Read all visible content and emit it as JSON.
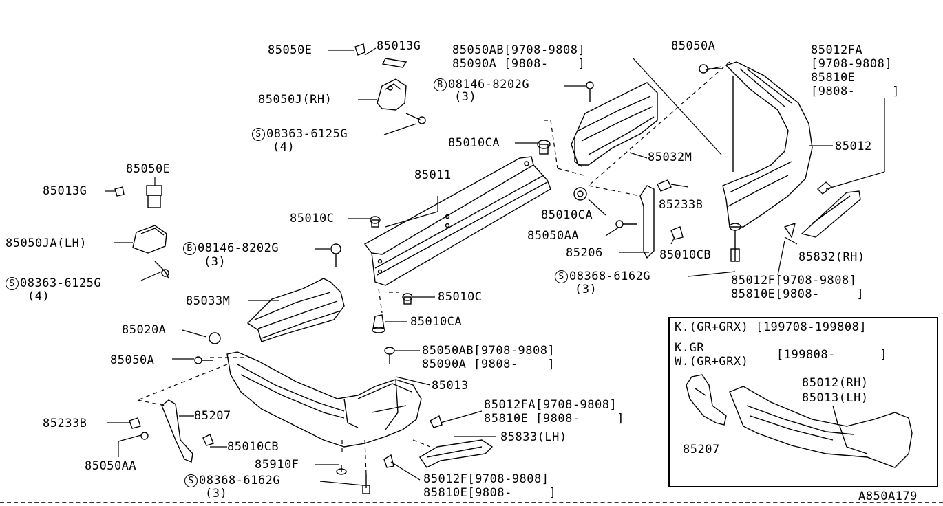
{
  "diagram_id": "A850A179",
  "labels": {
    "l85050E_top": "85050E",
    "l85013G_top": "85013G",
    "l85050J": "85050J(RH)",
    "s08363_top": "08363-6125G",
    "s08363_top_qty": "(4)",
    "l85050AB_top": "85050AB[9708-9808]",
    "l85090A_top": "85090A [9808-    ]",
    "b08146_top": "08146-8202G",
    "b08146_top_qty": "(3)",
    "l85010CA_top": "85010CA",
    "l85032M": "85032M",
    "l85050A_top": "85050A",
    "l85012FA_top": "85012FA",
    "l85012FA_top_date": "[9708-9808]",
    "l85810E_top": "85810E",
    "l85810E_top_date": "[9808-     ]",
    "l85012": "85012",
    "l85050E_left": "85050E",
    "l85013G_left": "85013G",
    "l85011": "85011",
    "l85050JA": "85050JA(LH)",
    "l85010C_mid": "85010C",
    "l85010CA_mid": "85010CA",
    "l85233B_right": "85233B",
    "l85050AA_right": "85050AA",
    "l85206": "85206",
    "l85010CB_right": "85010CB",
    "l85832": "85832(RH)",
    "b08146_left": "08146-8202G",
    "b08146_left_qty": "(3)",
    "s08363_left": "08363-6125G",
    "s08363_left_qty": "(4)",
    "s08368_right": "08368-6162G",
    "s08368_right_qty": "(3)",
    "l85012F_right": "85012F[9708-9808]",
    "l85810E_right": "85810E[9808-     ]",
    "l85033M": "85033M",
    "l85010C_low": "85010C",
    "l85010CA_low": "85010CA",
    "l85020A": "85020A",
    "l85050AB_low": "85050AB[9708-9808]",
    "l85090A_low": "85090A [9808-    ]",
    "l85050A_low": "85050A",
    "l85013": "85013",
    "l85012FA_low": "85012FA[9708-9808]",
    "l85810E_low": "85810E [9808-     ]",
    "l85233B_low": "85233B",
    "l85207": "85207",
    "l85833": "85833(LH)",
    "l85010CB_low": "85010CB",
    "l85050AA_low": "85050AA",
    "l85910F": "85910F",
    "s08368_low": "08368-6162G",
    "s08368_low_qty": "(3)",
    "l85012F_low": "85012F[9708-9808]",
    "l85810E_low2": "85810E[9808-     ]"
  },
  "circle_marks": {
    "S": "S",
    "B": "B"
  },
  "inset": {
    "line1": "K.(GR+GRX) [199708-199808]",
    "line2a": "K.GR",
    "line2b": "W.(GR+GRX)",
    "line2c": "[199808-      ]",
    "part_rh": "85012(RH)",
    "part_lh": "85013(LH)",
    "bracket": "85207"
  }
}
